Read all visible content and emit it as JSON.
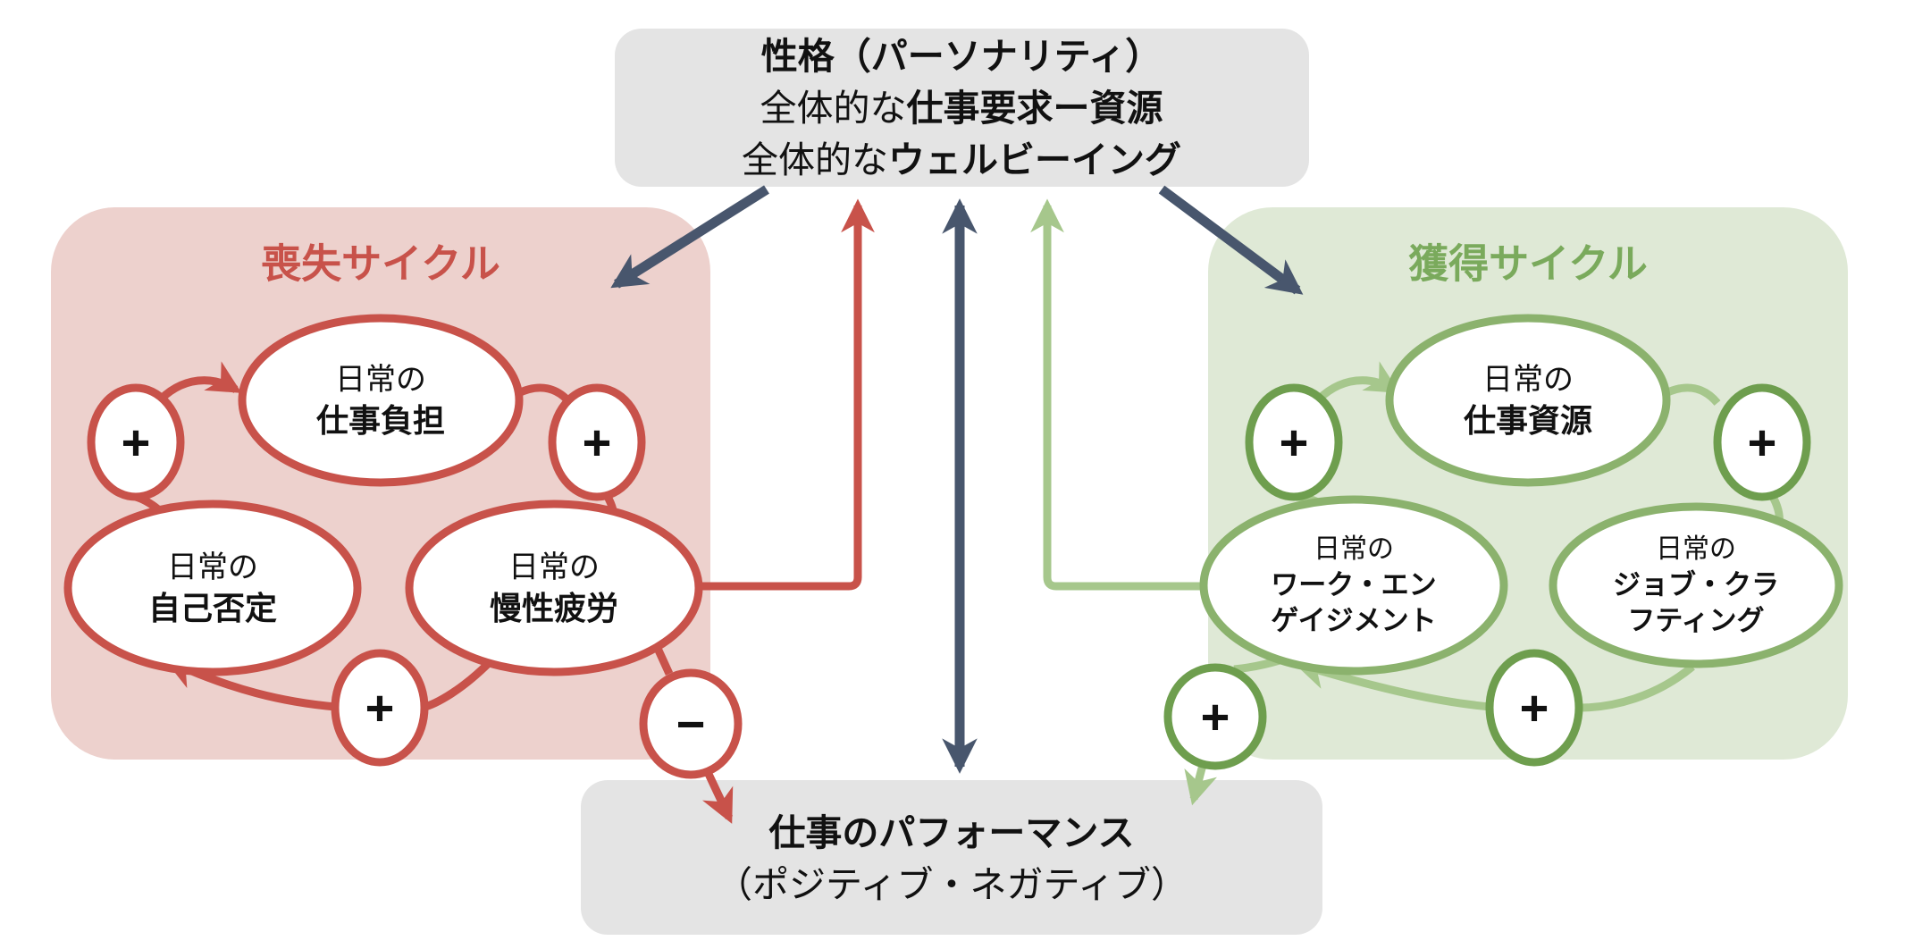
{
  "colors": {
    "loss_accent": "#c8524a",
    "loss_bg": "#edd1cd",
    "gain_border": "#8bb26d",
    "gain_circle": "#6e9e4e",
    "gain_arrow": "#a6c78c",
    "gain_bg": "#dfe9d6",
    "gain_title": "#7aaa5c",
    "slate": "#48566d",
    "box_bg": "#e4e4e4",
    "text": "#111111"
  },
  "top_box": {
    "line1": "性格（パーソナリティ）",
    "line2_prefix": "全体的な",
    "line2_bold": "仕事要求ー資源",
    "line3_prefix": "全体的な",
    "line3_bold": "ウェルビーイング"
  },
  "bottom_box": {
    "line1": "仕事のパフォーマンス",
    "line2": "（ポジティブ・ネガティブ）"
  },
  "loss_cycle": {
    "title": "喪失サイクル",
    "nodes": {
      "workload": {
        "line1": "日常の",
        "line2": "仕事負担"
      },
      "self_denial": {
        "line1": "日常の",
        "line2": "自己否定"
      },
      "chronic_fatigue": {
        "line1": "日常の",
        "line2": "慢性疲労"
      }
    },
    "signs": {
      "left": "+",
      "right": "+",
      "bottom": "+",
      "to_performance": "−"
    }
  },
  "gain_cycle": {
    "title": "獲得サイクル",
    "nodes": {
      "job_resources": {
        "line1": "日常の",
        "line2": "仕事資源"
      },
      "work_engagement": {
        "line1": "日常の",
        "line2": "ワーク・エン",
        "line3": "ゲイジメント"
      },
      "job_crafting": {
        "line1": "日常の",
        "line2": "ジョブ・クラ",
        "line3": "フティング"
      }
    },
    "signs": {
      "left": "+",
      "right": "+",
      "bottom": "+",
      "to_performance": "+"
    }
  }
}
